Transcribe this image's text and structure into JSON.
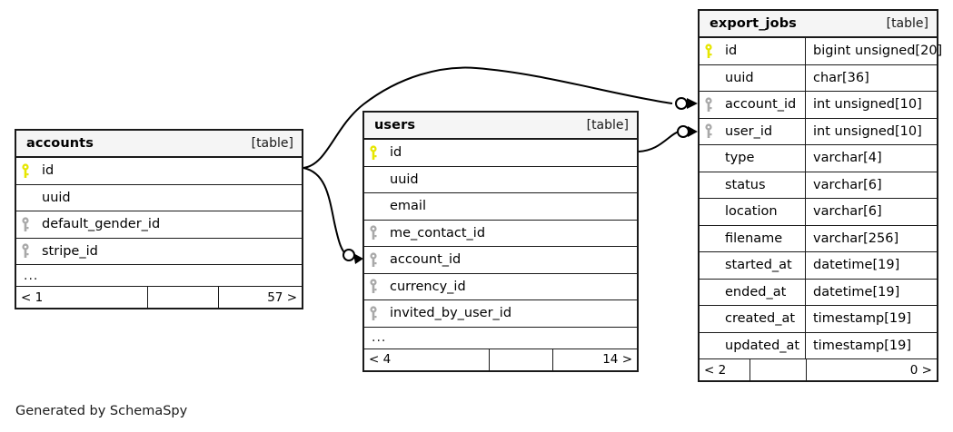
{
  "diagram": {
    "kind": "entity-relationship-diagram",
    "generator_caption": "Generated by SchemaSpy",
    "table_tag": "[table]",
    "ellipsis": "...",
    "colors": {
      "background": "#ffffff",
      "border": "#1a1a1a",
      "header_fill": "#f5f5f5",
      "primary_key": "#e6e600",
      "foreign_key": "#a0a0a0",
      "edge": "#000000",
      "text": "#000000"
    }
  },
  "tables": [
    {
      "id": "accounts",
      "name": "accounts",
      "tag": "[table]",
      "columns": [
        {
          "name": "id",
          "type": "",
          "key": "primary"
        },
        {
          "name": "uuid",
          "type": "",
          "key": "none"
        },
        {
          "name": "default_gender_id",
          "type": "",
          "key": "foreign"
        },
        {
          "name": "stripe_id",
          "type": "",
          "key": "foreign"
        }
      ],
      "more": "...",
      "footer": {
        "left": "< 1",
        "middle": "",
        "right": "57 >"
      }
    },
    {
      "id": "users",
      "name": "users",
      "tag": "[table]",
      "columns": [
        {
          "name": "id",
          "type": "",
          "key": "primary"
        },
        {
          "name": "uuid",
          "type": "",
          "key": "none"
        },
        {
          "name": "email",
          "type": "",
          "key": "none"
        },
        {
          "name": "me_contact_id",
          "type": "",
          "key": "foreign"
        },
        {
          "name": "account_id",
          "type": "",
          "key": "foreign"
        },
        {
          "name": "currency_id",
          "type": "",
          "key": "foreign"
        },
        {
          "name": "invited_by_user_id",
          "type": "",
          "key": "foreign"
        }
      ],
      "more": "...",
      "footer": {
        "left": "< 4",
        "middle": "",
        "right": "14 >"
      }
    },
    {
      "id": "export_jobs",
      "name": "export_jobs",
      "tag": "[table]",
      "columns": [
        {
          "name": "id",
          "type": "bigint unsigned[20]",
          "key": "primary"
        },
        {
          "name": "uuid",
          "type": "char[36]",
          "key": "none"
        },
        {
          "name": "account_id",
          "type": "int unsigned[10]",
          "key": "foreign"
        },
        {
          "name": "user_id",
          "type": "int unsigned[10]",
          "key": "foreign"
        },
        {
          "name": "type",
          "type": "varchar[4]",
          "key": "none"
        },
        {
          "name": "status",
          "type": "varchar[6]",
          "key": "none"
        },
        {
          "name": "location",
          "type": "varchar[6]",
          "key": "none"
        },
        {
          "name": "filename",
          "type": "varchar[256]",
          "key": "none"
        },
        {
          "name": "started_at",
          "type": "datetime[19]",
          "key": "none"
        },
        {
          "name": "ended_at",
          "type": "datetime[19]",
          "key": "none"
        },
        {
          "name": "created_at",
          "type": "timestamp[19]",
          "key": "none"
        },
        {
          "name": "updated_at",
          "type": "timestamp[19]",
          "key": "none"
        }
      ],
      "more": "",
      "footer": {
        "left": "< 2",
        "middle": "",
        "right": "0 >"
      }
    }
  ],
  "relationships": [
    {
      "from_table": "accounts",
      "from_column": "id",
      "to_table": "export_jobs",
      "to_column": "account_id",
      "notation": "zero-or-more"
    },
    {
      "from_table": "accounts",
      "from_column": "id",
      "to_table": "users",
      "to_column": "account_id",
      "notation": "zero-or-more"
    },
    {
      "from_table": "users",
      "from_column": "id",
      "to_table": "export_jobs",
      "to_column": "user_id",
      "notation": "zero-or-more"
    }
  ]
}
